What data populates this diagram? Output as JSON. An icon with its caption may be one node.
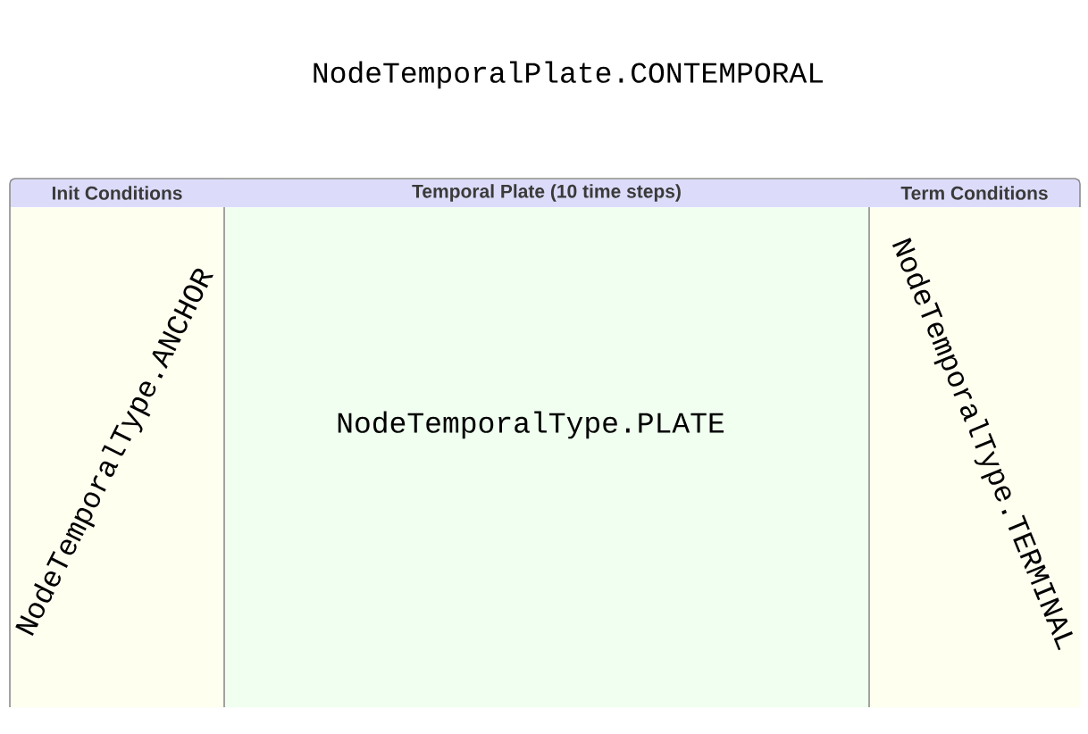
{
  "diagram": {
    "title": "NodeTemporalPlate.CONTEMPORAL",
    "nodes": [
      {
        "text": [
          "Init Conditions",
          "NodeTemporalType.ANCHOR"
        ]
      },
      {
        "text": [
          "Temporal Plate (10 time steps)",
          "NodeTemporalType.PLATE"
        ]
      },
      {
        "text": [
          "Term Conditions",
          "NodeTemporalType.TERMINAL"
        ]
      }
    ]
  }
}
